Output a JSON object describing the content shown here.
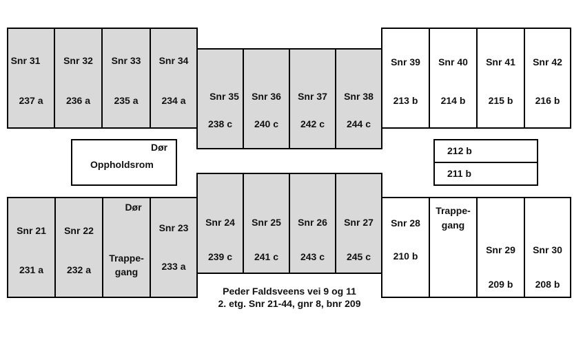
{
  "units": {
    "snr31": {
      "label": "Snr 31",
      "code": "237 a"
    },
    "snr32": {
      "label": "Snr 32",
      "code": "236 a"
    },
    "snr33": {
      "label": "Snr 33",
      "code": "235 a"
    },
    "snr34": {
      "label": "Snr 34",
      "code": "234 a"
    },
    "snr35": {
      "label": "Snr 35",
      "code": "238 c"
    },
    "snr36": {
      "label": "Snr 36",
      "code": "240 c"
    },
    "snr37": {
      "label": "Snr 37",
      "code": "242 c"
    },
    "snr38": {
      "label": "Snr 38",
      "code": "244 c"
    },
    "snr39": {
      "label": "Snr 39",
      "code": "213 b"
    },
    "snr40": {
      "label": "Snr 40",
      "code": "214 b"
    },
    "snr41": {
      "label": "Snr 41",
      "code": "215 b"
    },
    "snr42": {
      "label": "Snr 42",
      "code": "216 b"
    },
    "snr21": {
      "label": "Snr 21",
      "code": "231 a"
    },
    "snr22": {
      "label": "Snr 22",
      "code": "232 a"
    },
    "snr23": {
      "label": "Snr 23",
      "code": "233 a"
    },
    "snr24": {
      "label": "Snr 24",
      "code": "239 c"
    },
    "snr25": {
      "label": "Snr 25",
      "code": "241 c"
    },
    "snr26": {
      "label": "Snr 26",
      "code": "243 c"
    },
    "snr27": {
      "label": "Snr 27",
      "code": "245 c"
    },
    "snr28": {
      "label": "Snr 28",
      "code": "210 b"
    },
    "snr29": {
      "label": "Snr 29",
      "code": "209 b"
    },
    "snr30": {
      "label": "Snr 30",
      "code": "208 b"
    }
  },
  "rooms": {
    "oppholdsrom": {
      "label": "Oppholdsrom",
      "door": "Dør"
    },
    "trappegang_left": {
      "line1": "Trappe-",
      "line2": "gang",
      "door": "Dør"
    },
    "trappegang_right": {
      "line1": "Trappe-",
      "line2": "gang"
    },
    "storage_212": {
      "label": "212 b"
    },
    "storage_211": {
      "label": "211 b"
    }
  },
  "caption": {
    "line1": "Peder Faldsveens vei 9 og 11",
    "line2": "2. etg. Snr 21-44, gnr 8, bnr 209"
  },
  "colors": {
    "unit_fill_gray": "#d9d9d9",
    "unit_fill_white": "#ffffff",
    "border": "#000000"
  }
}
